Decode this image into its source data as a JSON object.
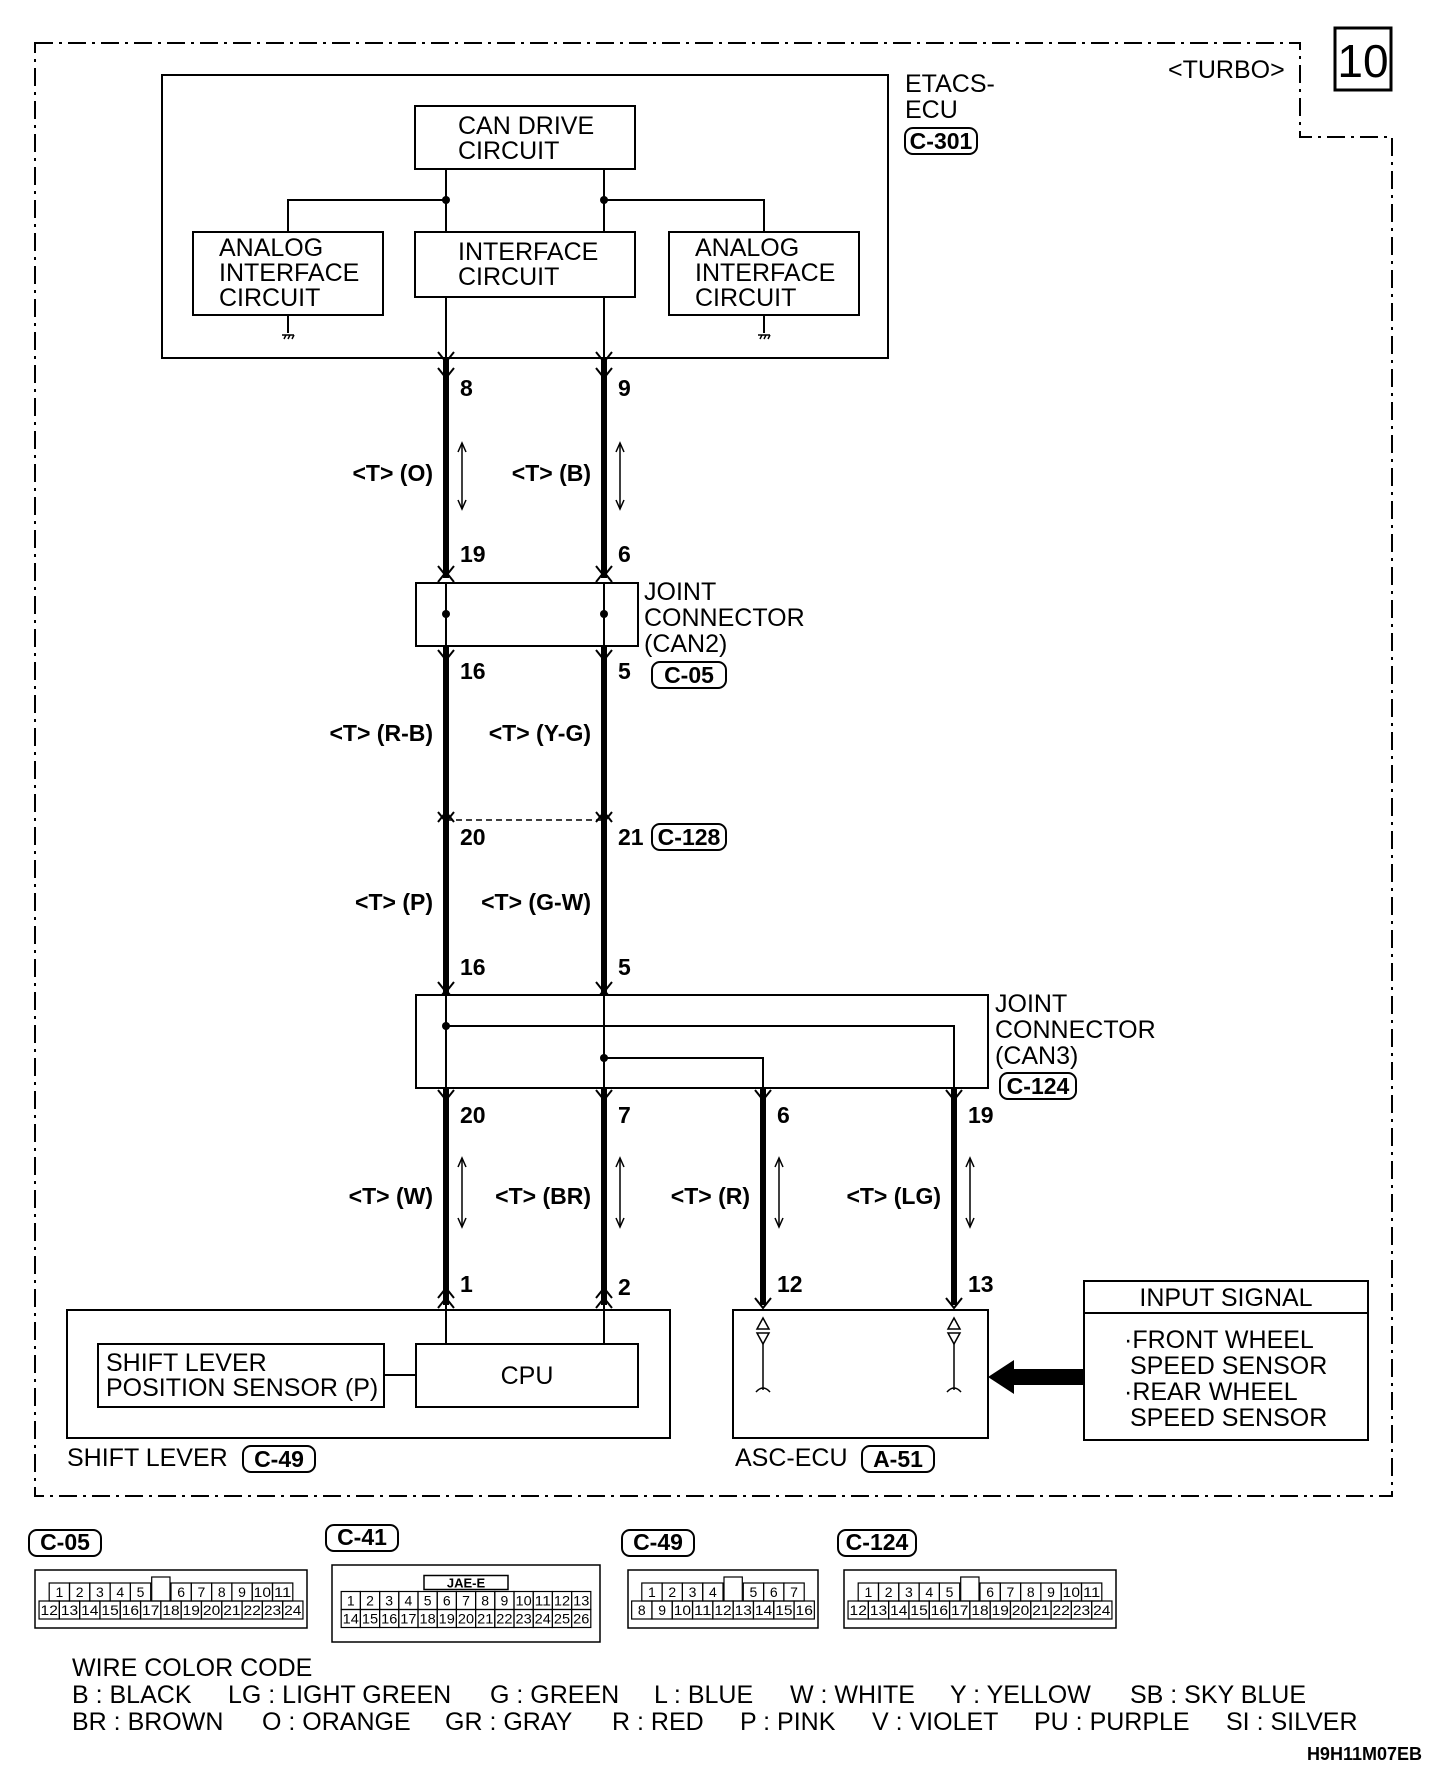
{
  "page": {
    "number": "10",
    "variant": "<TURBO>",
    "image_code": "H9H11M07EB"
  },
  "etacs": {
    "title_line1": "ETACS-",
    "title_line2": "ECU",
    "connector": "C-301",
    "can_drive": [
      "CAN DRIVE",
      "CIRCUIT"
    ],
    "interface": [
      "INTERFACE",
      "CIRCUIT"
    ],
    "analog_left": [
      "ANALOG",
      "INTERFACE",
      "CIRCUIT"
    ],
    "analog_right": [
      "ANALOG",
      "INTERFACE",
      "CIRCUIT"
    ]
  },
  "pins": {
    "etacs_left": "8",
    "etacs_right": "9",
    "can2_in_left": "19",
    "can2_in_right": "6",
    "can2_out_left": "16",
    "can2_out_right": "5",
    "c128_left": "20",
    "c128_right": "21",
    "can3_in_left": "16",
    "can3_in_right": "5",
    "can3_out_1": "20",
    "can3_out_2": "7",
    "can3_out_3": "6",
    "can3_out_4": "19",
    "shift_left": "1",
    "shift_right": "2",
    "asc_left": "12",
    "asc_right": "13"
  },
  "wires": {
    "seg1_left": "<T> (O)",
    "seg1_right": "<T> (B)",
    "seg2_left": "<T> (R-B)",
    "seg2_right": "<T> (Y-G)",
    "seg3_left": "<T> (P)",
    "seg3_right": "<T> (G-W)",
    "seg4_1": "<T> (W)",
    "seg4_2": "<T> (BR)",
    "seg4_3": "<T> (R)",
    "seg4_4": "<T> (LG)"
  },
  "joint_can2": {
    "lines": [
      "JOINT",
      "CONNECTOR",
      "(CAN2)"
    ],
    "connector": "C-05"
  },
  "c128": {
    "connector": "C-128"
  },
  "joint_can3": {
    "lines": [
      "JOINT",
      "CONNECTOR",
      "(CAN3)"
    ],
    "connector": "C-124"
  },
  "shift_lever": {
    "sensor": [
      "SHIFT LEVER",
      "POSITION SENSOR (P)"
    ],
    "cpu": "CPU",
    "label": "SHIFT LEVER",
    "connector": "C-49"
  },
  "asc": {
    "label": "ASC-ECU",
    "connector": "A-51"
  },
  "input_signal": {
    "title": "INPUT SIGNAL",
    "lines": [
      "·FRONT WHEEL",
      "SPEED SENSOR",
      "·REAR WHEEL",
      "SPEED SENSOR"
    ]
  },
  "connector_views": [
    {
      "name": "C-05",
      "top": [
        "1",
        "2",
        "3",
        "4",
        "5",
        "",
        "6",
        "7",
        "8",
        "9",
        "10",
        "11"
      ],
      "bottom": [
        "12",
        "13",
        "14",
        "15",
        "16",
        "17",
        "18",
        "19",
        "20",
        "21",
        "22",
        "23",
        "24"
      ]
    },
    {
      "name": "C-41",
      "tag": "JAE-E",
      "top": [
        "1",
        "2",
        "3",
        "4",
        "5",
        "6",
        "7",
        "8",
        "9",
        "10",
        "11",
        "12",
        "13"
      ],
      "bottom": [
        "14",
        "15",
        "16",
        "17",
        "18",
        "19",
        "20",
        "21",
        "22",
        "23",
        "24",
        "25",
        "26"
      ]
    },
    {
      "name": "C-49",
      "top": [
        "1",
        "2",
        "3",
        "4",
        "",
        "5",
        "6",
        "7"
      ],
      "bottom": [
        "8",
        "9",
        "10",
        "11",
        "12",
        "13",
        "14",
        "15",
        "16"
      ]
    },
    {
      "name": "C-124",
      "top": [
        "1",
        "2",
        "3",
        "4",
        "5",
        "",
        "6",
        "7",
        "8",
        "9",
        "10",
        "11"
      ],
      "bottom": [
        "12",
        "13",
        "14",
        "15",
        "16",
        "17",
        "18",
        "19",
        "20",
        "21",
        "22",
        "23",
        "24"
      ]
    }
  ],
  "wire_color_code": {
    "title": "WIRE COLOR CODE",
    "row1": [
      "B : BLACK",
      "LG : LIGHT GREEN",
      "G : GREEN",
      "L : BLUE",
      "W : WHITE",
      "Y : YELLOW",
      "SB : SKY BLUE"
    ],
    "row2": [
      "BR : BROWN",
      "O : ORANGE",
      "GR : GRAY",
      "R : RED",
      "P : PINK",
      "V : VIOLET",
      "PU : PURPLE",
      "SI : SILVER"
    ]
  }
}
